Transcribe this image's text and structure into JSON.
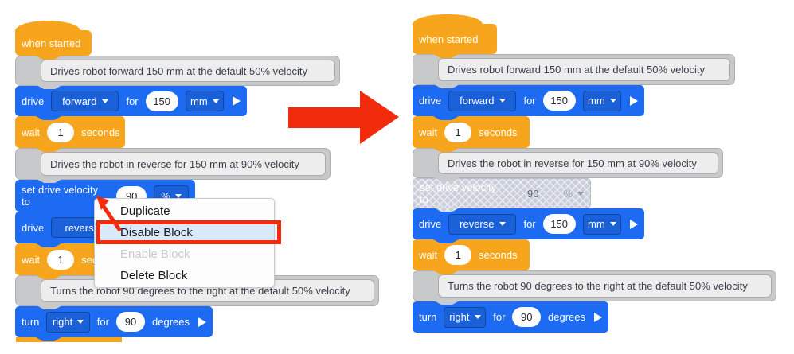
{
  "colors": {
    "block_blue": "#1C6BF2",
    "block_orange": "#F7A51C",
    "comment_gray": "#C7C9CB",
    "disabled_block_gray": "#C9CEDA",
    "menu_highlight_blue": "#D8E9F9",
    "annotation_red": "#F22B0D"
  },
  "left": {
    "hat": {
      "label": "when started"
    },
    "comment1": {
      "text": "Drives robot forward 150 mm at the default 50% velocity"
    },
    "drive1": {
      "verb": "drive",
      "direction": "forward",
      "preposition": "for",
      "value": "150",
      "unit": "mm"
    },
    "wait1": {
      "verb": "wait",
      "value": "1",
      "unit": "seconds"
    },
    "comment2": {
      "text": "Drives the robot in reverse for 150 mm at 90% velocity"
    },
    "set_velocity": {
      "label": "set drive velocity to",
      "value": "90",
      "unit": "%"
    },
    "drive2": {
      "verb": "drive",
      "direction": "reverse"
    },
    "wait2": {
      "verb": "wait",
      "value": "1",
      "unit": "seconds"
    },
    "comment3": {
      "text": "Turns the robot 90 degrees to the right at the default 50% velocity"
    },
    "turn": {
      "verb": "turn",
      "direction": "right",
      "preposition": "for",
      "value": "90",
      "unit": "degrees"
    },
    "menu": {
      "items": [
        "Duplicate",
        "Disable Block",
        "Enable Block",
        "Delete Block"
      ]
    }
  },
  "right": {
    "hat": {
      "label": "when started"
    },
    "comment1": {
      "text": "Drives robot forward 150 mm at the default 50% velocity"
    },
    "drive1": {
      "verb": "drive",
      "direction": "forward",
      "preposition": "for",
      "value": "150",
      "unit": "mm"
    },
    "wait1": {
      "verb": "wait",
      "value": "1",
      "unit": "seconds"
    },
    "comment2": {
      "text": "Drives the robot in reverse for 150 mm at 90% velocity"
    },
    "set_velocity_disabled": {
      "label": "set drive velocity to",
      "value": "90",
      "unit": "%"
    },
    "drive2": {
      "verb": "drive",
      "direction": "reverse",
      "preposition": "for",
      "value": "150",
      "unit": "mm"
    },
    "wait2": {
      "verb": "wait",
      "value": "1",
      "unit": "seconds"
    },
    "comment3": {
      "text": "Turns the robot 90 degrees to the right at the default 50% velocity"
    },
    "turn": {
      "verb": "turn",
      "direction": "right",
      "preposition": "for",
      "value": "90",
      "unit": "degrees"
    }
  }
}
